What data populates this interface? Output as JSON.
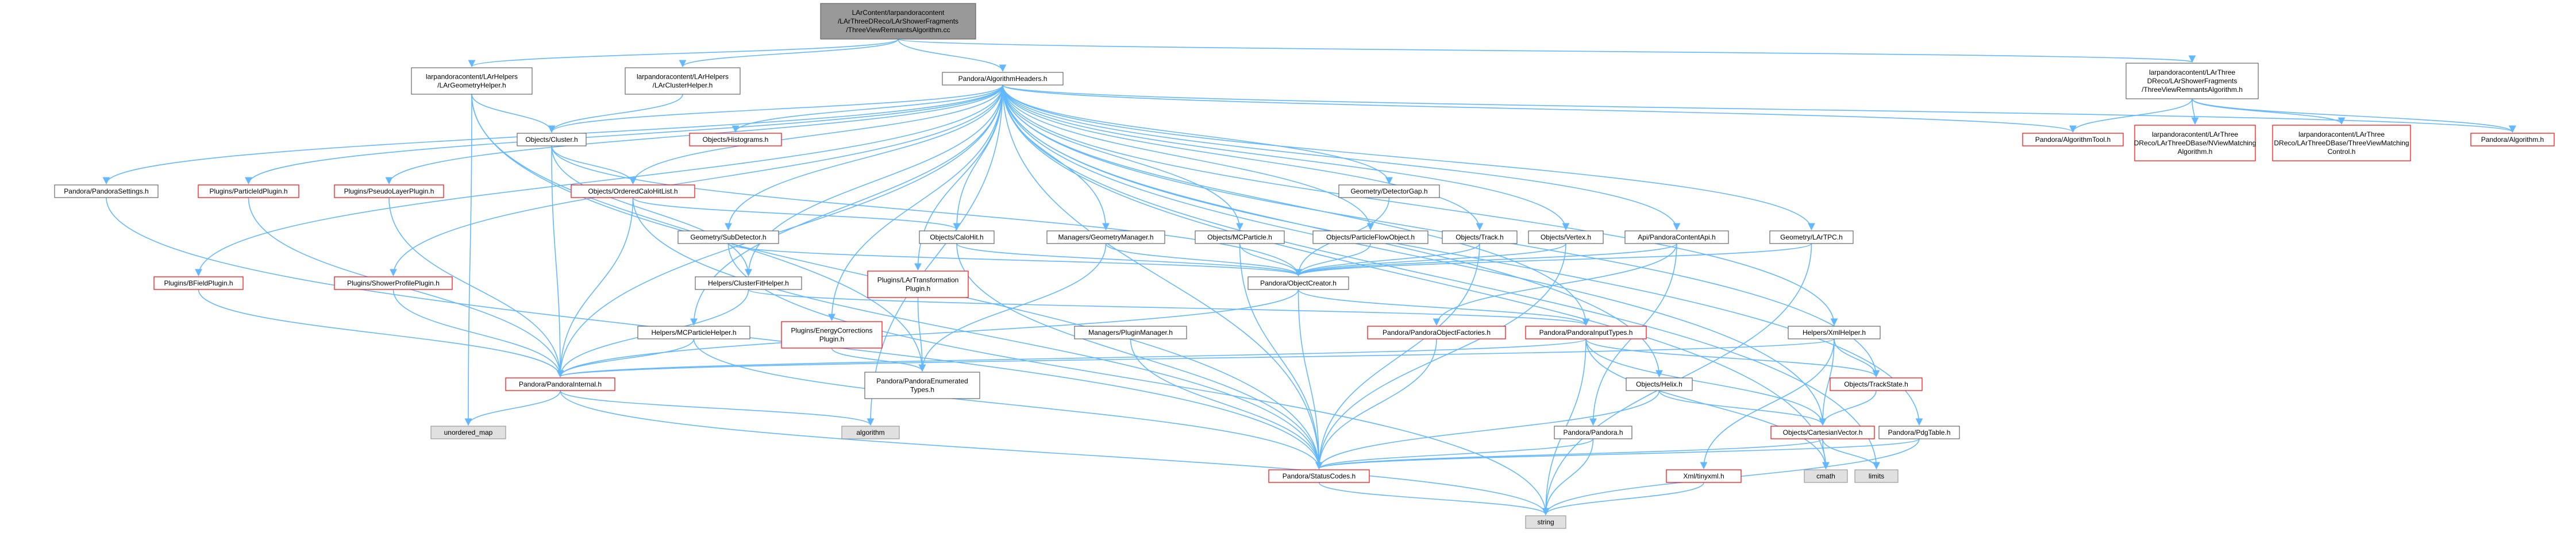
{
  "graph": {
    "nodes": [
      {
        "id": "root",
        "lines": [
          "LArContent/larpandoracontent",
          "/LArThreeDReco/LArShowerFragments",
          "/ThreeViewRemnantsAlgorithm.cc"
        ],
        "style": "root"
      },
      {
        "id": "geomhelper",
        "lines": [
          "larpandoracontent/LArHelpers",
          "/LArGeometryHelper.h"
        ],
        "style": "normal"
      },
      {
        "id": "clusterhelper",
        "lines": [
          "larpandoracontent/LArHelpers",
          "/LArClusterHelper.h"
        ],
        "style": "normal"
      },
      {
        "id": "algoheaders",
        "lines": [
          "Pandora/AlgorithmHeaders.h"
        ],
        "style": "normal"
      },
      {
        "id": "remnantsh",
        "lines": [
          "larpandoracontent/LArThree",
          "DReco/LArShowerFragments",
          "/ThreeViewRemnantsAlgorithm.h"
        ],
        "style": "normal"
      },
      {
        "id": "algtool",
        "lines": [
          "Pandora/AlgorithmTool.h"
        ],
        "style": "red"
      },
      {
        "id": "nviewmatch",
        "lines": [
          "larpandoracontent/LArThree",
          "DReco/LArThreeDBase/NViewMatching",
          "Algorithm.h"
        ],
        "style": "red"
      },
      {
        "id": "threeviewctrl",
        "lines": [
          "larpandoracontent/LArThree",
          "DReco/LArThreeDBase/ThreeViewMatching",
          "Control.h"
        ],
        "style": "red"
      },
      {
        "id": "algorithm",
        "lines": [
          "Pandora/Algorithm.h"
        ],
        "style": "red"
      },
      {
        "id": "pandorasettings",
        "lines": [
          "Pandora/PandoraSettings.h"
        ],
        "style": "normal"
      },
      {
        "id": "objcluster",
        "lines": [
          "Objects/Cluster.h"
        ],
        "style": "normal"
      },
      {
        "id": "objhistograms",
        "lines": [
          "Objects/Histograms.h"
        ],
        "style": "red"
      },
      {
        "id": "plugparticleid",
        "lines": [
          "Plugins/ParticleIdPlugin.h"
        ],
        "style": "red"
      },
      {
        "id": "plugpseudolayer",
        "lines": [
          "Plugins/PseudoLayerPlugin.h"
        ],
        "style": "red"
      },
      {
        "id": "objorderedcalohit",
        "lines": [
          "Objects/OrderedCaloHitList.h"
        ],
        "style": "red"
      },
      {
        "id": "geomdetectorgap",
        "lines": [
          "Geometry/DetectorGap.h"
        ],
        "style": "normal"
      },
      {
        "id": "plugbfield",
        "lines": [
          "Plugins/BFieldPlugin.h"
        ],
        "style": "red"
      },
      {
        "id": "plugshowerprofile",
        "lines": [
          "Plugins/ShowerProfilePlugin.h"
        ],
        "style": "red"
      },
      {
        "id": "geomsubdetector",
        "lines": [
          "Geometry/SubDetector.h"
        ],
        "style": "normal"
      },
      {
        "id": "objcalohit",
        "lines": [
          "Objects/CaloHit.h"
        ],
        "style": "normal"
      },
      {
        "id": "mgrgeometry",
        "lines": [
          "Managers/GeometryManager.h"
        ],
        "style": "normal"
      },
      {
        "id": "objmcparticle",
        "lines": [
          "Objects/MCParticle.h"
        ],
        "style": "normal"
      },
      {
        "id": "objpfo",
        "lines": [
          "Objects/ParticleFlowObject.h"
        ],
        "style": "normal"
      },
      {
        "id": "objtrack",
        "lines": [
          "Objects/Track.h"
        ],
        "style": "normal"
      },
      {
        "id": "objvertex",
        "lines": [
          "Objects/Vertex.h"
        ],
        "style": "normal"
      },
      {
        "id": "apicontent",
        "lines": [
          "Api/PandoraContentApi.h"
        ],
        "style": "normal"
      },
      {
        "id": "geomlartpc",
        "lines": [
          "Geometry/LArTPC.h"
        ],
        "style": "normal"
      },
      {
        "id": "helpclusterfit",
        "lines": [
          "Helpers/ClusterFitHelper.h"
        ],
        "style": "normal"
      },
      {
        "id": "pluglartransform",
        "lines": [
          "Plugins/LArTransformation",
          "Plugin.h"
        ],
        "style": "red"
      },
      {
        "id": "objectcreator",
        "lines": [
          "Pandora/ObjectCreator.h"
        ],
        "style": "normal"
      },
      {
        "id": "mgrplugin",
        "lines": [
          "Managers/PluginManager.h"
        ],
        "style": "normal"
      },
      {
        "id": "helpmcparticle",
        "lines": [
          "Helpers/MCParticleHelper.h"
        ],
        "style": "normal"
      },
      {
        "id": "plugenergycorr",
        "lines": [
          "Plugins/EnergyCorrections",
          "Plugin.h"
        ],
        "style": "red"
      },
      {
        "id": "objectfactories",
        "lines": [
          "Pandora/PandoraObjectFactories.h"
        ],
        "style": "red"
      },
      {
        "id": "inputtypes",
        "lines": [
          "Pandora/PandoraInputTypes.h"
        ],
        "style": "red"
      },
      {
        "id": "helpxml",
        "lines": [
          "Helpers/XmlHelper.h"
        ],
        "style": "normal"
      },
      {
        "id": "pandorainternal",
        "lines": [
          "Pandora/PandoraInternal.h"
        ],
        "style": "red"
      },
      {
        "id": "enumtypes",
        "lines": [
          "Pandora/PandoraEnumerated",
          "Types.h"
        ],
        "style": "normal"
      },
      {
        "id": "objtrackstate",
        "lines": [
          "Objects/TrackState.h"
        ],
        "style": "red"
      },
      {
        "id": "objhelix",
        "lines": [
          "Objects/Helix.h"
        ],
        "style": "normal"
      },
      {
        "id": "unordered_map",
        "lines": [
          "unordered_map"
        ],
        "style": "sys"
      },
      {
        "id": "algorithmstd",
        "lines": [
          "algorithm"
        ],
        "style": "sys"
      },
      {
        "id": "pandorah",
        "lines": [
          "Pandora/Pandora.h"
        ],
        "style": "normal"
      },
      {
        "id": "objcartvec",
        "lines": [
          "Objects/CartesianVector.h"
        ],
        "style": "red"
      },
      {
        "id": "pdgtable",
        "lines": [
          "Pandora/PdgTable.h"
        ],
        "style": "normal"
      },
      {
        "id": "statuscodes",
        "lines": [
          "Pandora/StatusCodes.h"
        ],
        "style": "red"
      },
      {
        "id": "cmath",
        "lines": [
          "cmath"
        ],
        "style": "sys"
      },
      {
        "id": "limits",
        "lines": [
          "limits"
        ],
        "style": "sys"
      },
      {
        "id": "tinyxml",
        "lines": [
          "Xml/tinyxml.h"
        ],
        "style": "red"
      },
      {
        "id": "string",
        "lines": [
          "string"
        ],
        "style": "sys"
      }
    ],
    "edges": [
      [
        "root",
        "geomhelper"
      ],
      [
        "root",
        "clusterhelper"
      ],
      [
        "root",
        "algoheaders"
      ],
      [
        "root",
        "remnantsh"
      ],
      [
        "geomhelper",
        "objcluster"
      ],
      [
        "geomhelper",
        "statuscodes"
      ],
      [
        "geomhelper",
        "unordered_map"
      ],
      [
        "geomhelper",
        "enumtypes"
      ],
      [
        "clusterhelper",
        "objcluster"
      ],
      [
        "algoheaders",
        "pandorasettings"
      ],
      [
        "algoheaders",
        "objcluster"
      ],
      [
        "algoheaders",
        "objhistograms"
      ],
      [
        "algoheaders",
        "plugparticleid"
      ],
      [
        "algoheaders",
        "plugpseudolayer"
      ],
      [
        "algoheaders",
        "objorderedcalohit"
      ],
      [
        "algoheaders",
        "geomdetectorgap"
      ],
      [
        "algoheaders",
        "plugbfield"
      ],
      [
        "algoheaders",
        "plugshowerprofile"
      ],
      [
        "algoheaders",
        "geomsubdetector"
      ],
      [
        "algoheaders",
        "objcalohit"
      ],
      [
        "algoheaders",
        "mgrgeometry"
      ],
      [
        "algoheaders",
        "objmcparticle"
      ],
      [
        "algoheaders",
        "objpfo"
      ],
      [
        "algoheaders",
        "objtrack"
      ],
      [
        "algoheaders",
        "objvertex"
      ],
      [
        "algoheaders",
        "apicontent"
      ],
      [
        "algoheaders",
        "geomlartpc"
      ],
      [
        "algoheaders",
        "helpclusterfit"
      ],
      [
        "algoheaders",
        "pluglartransform"
      ],
      [
        "algoheaders",
        "helpmcparticle"
      ],
      [
        "algoheaders",
        "plugenergycorr"
      ],
      [
        "algoheaders",
        "inputtypes"
      ],
      [
        "algoheaders",
        "helpxml"
      ],
      [
        "algoheaders",
        "pandorainternal"
      ],
      [
        "algoheaders",
        "objtrackstate"
      ],
      [
        "algoheaders",
        "objhelix"
      ],
      [
        "algoheaders",
        "objcartvec"
      ],
      [
        "algoheaders",
        "pdgtable"
      ],
      [
        "algoheaders",
        "algtool"
      ],
      [
        "algoheaders",
        "algorithm"
      ],
      [
        "algoheaders",
        "statuscodes"
      ],
      [
        "algoheaders",
        "cmath"
      ],
      [
        "algoheaders",
        "limits"
      ],
      [
        "algoheaders",
        "algorithmstd"
      ],
      [
        "remnantsh",
        "algtool"
      ],
      [
        "remnantsh",
        "nviewmatch"
      ],
      [
        "remnantsh",
        "threeviewctrl"
      ],
      [
        "remnantsh",
        "algorithm"
      ],
      [
        "pandorasettings",
        "statuscodes"
      ],
      [
        "objcluster",
        "objorderedcalohit"
      ],
      [
        "objcluster",
        "helpclusterfit"
      ],
      [
        "objcluster",
        "objectcreator"
      ],
      [
        "objcluster",
        "pandorainternal"
      ],
      [
        "plugparticleid",
        "pandorainternal"
      ],
      [
        "plugpseudolayer",
        "pandorainternal"
      ],
      [
        "objorderedcalohit",
        "objcalohit"
      ],
      [
        "objorderedcalohit",
        "pandorainternal"
      ],
      [
        "objorderedcalohit",
        "statuscodes"
      ],
      [
        "geomdetectorgap",
        "objectcreator"
      ],
      [
        "plugbfield",
        "pandorainternal"
      ],
      [
        "plugshowerprofile",
        "pandorainternal"
      ],
      [
        "geomsubdetector",
        "objectcreator"
      ],
      [
        "geomsubdetector",
        "string"
      ],
      [
        "objcalohit",
        "objectcreator"
      ],
      [
        "objcalohit",
        "statuscodes"
      ],
      [
        "mgrgeometry",
        "objectcreator"
      ],
      [
        "mgrgeometry",
        "enumtypes"
      ],
      [
        "objmcparticle",
        "objectcreator"
      ],
      [
        "objmcparticle",
        "statuscodes"
      ],
      [
        "objpfo",
        "objectcreator"
      ],
      [
        "objtrack",
        "objectcreator"
      ],
      [
        "objtrack",
        "statuscodes"
      ],
      [
        "objvertex",
        "objectcreator"
      ],
      [
        "objvertex",
        "statuscodes"
      ],
      [
        "apicontent",
        "objectcreator"
      ],
      [
        "apicontent",
        "objectfactories"
      ],
      [
        "apicontent",
        "pandorah"
      ],
      [
        "geomlartpc",
        "objectcreator"
      ],
      [
        "geomlartpc",
        "string"
      ],
      [
        "helpclusterfit",
        "pandorainternal"
      ],
      [
        "helpclusterfit",
        "inputtypes"
      ],
      [
        "pluglartransform",
        "enumtypes"
      ],
      [
        "objectcreator",
        "inputtypes"
      ],
      [
        "objectcreator",
        "pandorainternal"
      ],
      [
        "objectcreator",
        "statuscodes"
      ],
      [
        "mgrplugin",
        "statuscodes"
      ],
      [
        "helpmcparticle",
        "pandorainternal"
      ],
      [
        "helpmcparticle",
        "statuscodes"
      ],
      [
        "plugenergycorr",
        "enumtypes"
      ],
      [
        "objectfactories",
        "statuscodes"
      ],
      [
        "inputtypes",
        "pandorainternal"
      ],
      [
        "inputtypes",
        "objtrackstate"
      ],
      [
        "inputtypes",
        "objcartvec"
      ],
      [
        "inputtypes",
        "string"
      ],
      [
        "inputtypes",
        "cmath"
      ],
      [
        "helpxml",
        "pandorainternal"
      ],
      [
        "helpxml",
        "objtrackstate"
      ],
      [
        "helpxml",
        "objcartvec"
      ],
      [
        "helpxml",
        "tinyxml"
      ],
      [
        "pandorainternal",
        "unordered_map"
      ],
      [
        "pandorainternal",
        "algorithmstd"
      ],
      [
        "pandorainternal",
        "string"
      ],
      [
        "objtrackstate",
        "objcartvec"
      ],
      [
        "objhelix",
        "objcartvec"
      ],
      [
        "objhelix",
        "statuscodes"
      ],
      [
        "pandorah",
        "statuscodes"
      ],
      [
        "pandorah",
        "string"
      ],
      [
        "objcartvec",
        "statuscodes"
      ],
      [
        "objcartvec",
        "cmath"
      ],
      [
        "objcartvec",
        "limits"
      ],
      [
        "pdgtable",
        "statuscodes"
      ],
      [
        "pdgtable",
        "string"
      ],
      [
        "statuscodes",
        "string"
      ],
      [
        "tinyxml",
        "string"
      ]
    ]
  },
  "colors": {
    "edge": "#63b8ff",
    "normal_border": "#666666",
    "red_border": "#ff0000",
    "root_fill": "#999999",
    "sys_fill": "#e0e0e0",
    "sys_border": "#999999",
    "text": "#000000"
  }
}
